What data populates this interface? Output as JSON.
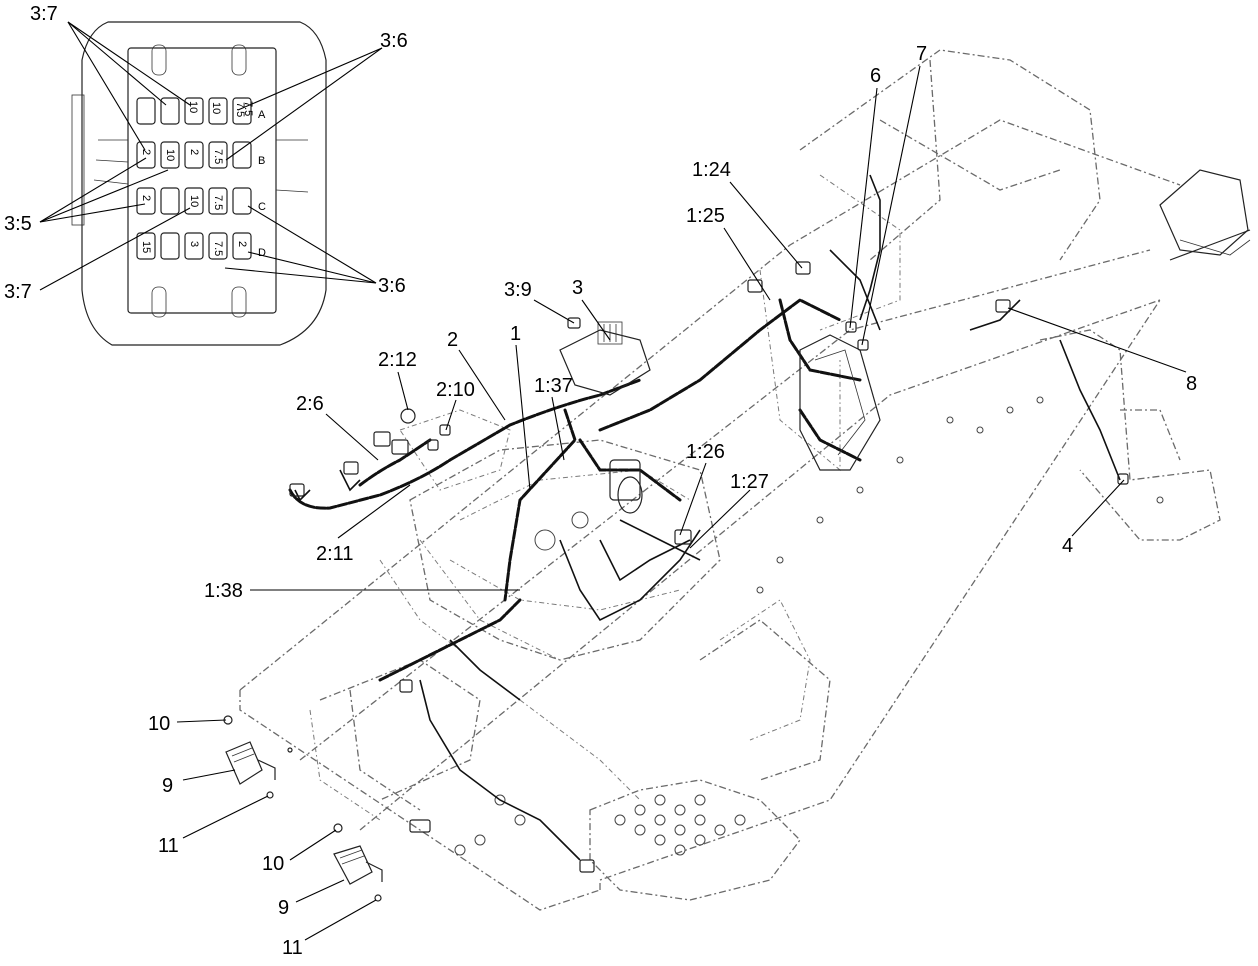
{
  "diagram": {
    "callouts": {
      "inset_3_7_top": "3:7",
      "inset_3_6_top": "3:6",
      "inset_3_5": "3:5",
      "inset_3_7_bottom": "3:7",
      "inset_3_6_bottom": "3:6",
      "c6": "6",
      "c7": "7",
      "c1_24": "1:24",
      "c1_25": "1:25",
      "c3": "3",
      "c3_9": "3:9",
      "c8": "8",
      "c2": "2",
      "c1": "1",
      "c2_12": "2:12",
      "c2_10": "2:10",
      "c1_37": "1:37",
      "c2_6": "2:6",
      "c1_26": "1:26",
      "c1_27": "1:27",
      "c4": "4",
      "c2_11": "2:11",
      "c1_38": "1:38",
      "c10_a": "10",
      "c9_a": "9",
      "c11_a": "11",
      "c10_b": "10",
      "c9_b": "9",
      "c11_b": "11"
    },
    "fuse_rows": [
      [
        "10",
        "10",
        "7.5",
        "7.5"
      ],
      [
        "2",
        "10",
        "2",
        "7.5"
      ],
      [
        "2",
        "",
        "10",
        "7.5"
      ],
      [
        "15",
        "",
        "3",
        "7.5"
      ]
    ],
    "fuse_row_letters": [
      "A",
      "B",
      "C",
      "D"
    ],
    "fuse_bottom_right": "2"
  }
}
